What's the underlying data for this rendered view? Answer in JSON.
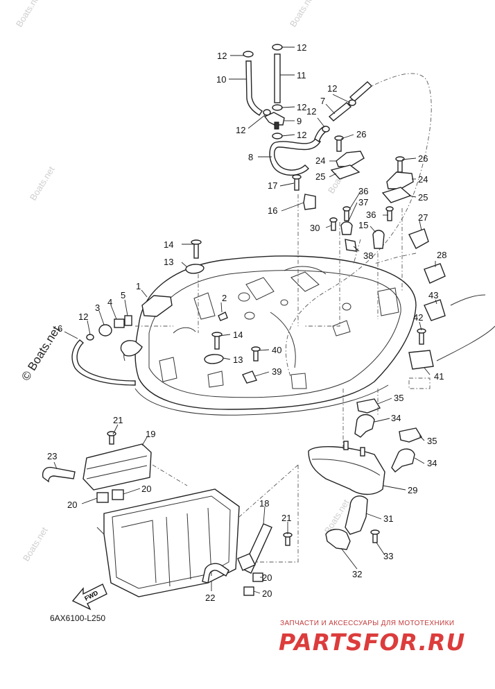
{
  "diagram_code": "6AX6100-L250",
  "watermark": "© Boats.net",
  "watermark_short": "Boats.net",
  "fwd_label": "FWD",
  "logo": {
    "subtitle": "ЗАПЧАСТИ И АКСЕССУАРЫ ДЛЯ МОТОТЕХНИКИ",
    "brand": "PARTSFOR.RU",
    "colors": {
      "primary": "#dc3c3c"
    }
  },
  "callouts": {
    "c1": "1",
    "c2": "2",
    "c3": "3",
    "c4": "4",
    "c5": "5",
    "c6": "6",
    "c7": "7",
    "c8": "8",
    "c9": "9",
    "c10": "10",
    "c11": "11",
    "c12a": "12",
    "c12b": "12",
    "c12c": "12",
    "c12d": "12",
    "c12e": "12",
    "c12f": "12",
    "c12g": "12",
    "c12h": "12",
    "c13a": "13",
    "c13b": "13",
    "c14a": "14",
    "c14b": "14",
    "c15": "15",
    "c16": "16",
    "c17": "17",
    "c18": "18",
    "c19": "19",
    "c20a": "20",
    "c20b": "20",
    "c20c": "20",
    "c20d": "20",
    "c21a": "21",
    "c21b": "21",
    "c22": "22",
    "c23": "23",
    "c24a": "24",
    "c24b": "24",
    "c25a": "25",
    "c25b": "25",
    "c26a": "26",
    "c26b": "26",
    "c27": "27",
    "c28": "28",
    "c29": "29",
    "c30": "30",
    "c31": "31",
    "c32": "32",
    "c33": "33",
    "c34a": "34",
    "c34b": "34",
    "c35a": "35",
    "c35b": "35",
    "c36a": "36",
    "c36b": "36",
    "c37": "37",
    "c38": "38",
    "c39": "39",
    "c40": "40",
    "c41": "41",
    "c42": "42",
    "c43": "43"
  }
}
